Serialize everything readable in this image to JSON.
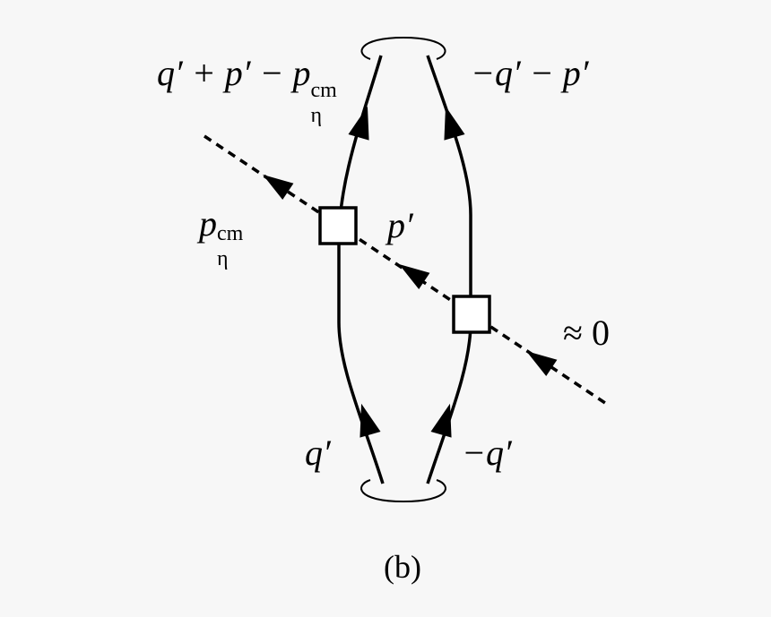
{
  "colors": {
    "background": "#f7f7f7",
    "stroke": "#000000",
    "vertex_fill": "#ffffff"
  },
  "labels": {
    "top_left": "q′ + p′ − p",
    "top_left_sup": "cm",
    "top_left_sub": "η",
    "top_right": "−q′ − p′",
    "eta_momentum": "p",
    "eta_momentum_sup": "cm",
    "eta_momentum_sub": "η",
    "middle_momentum": "p′",
    "incoming_momentum": "≈ 0",
    "bottom_left": "q′",
    "bottom_right": "−q′",
    "caption": "(b)"
  }
}
